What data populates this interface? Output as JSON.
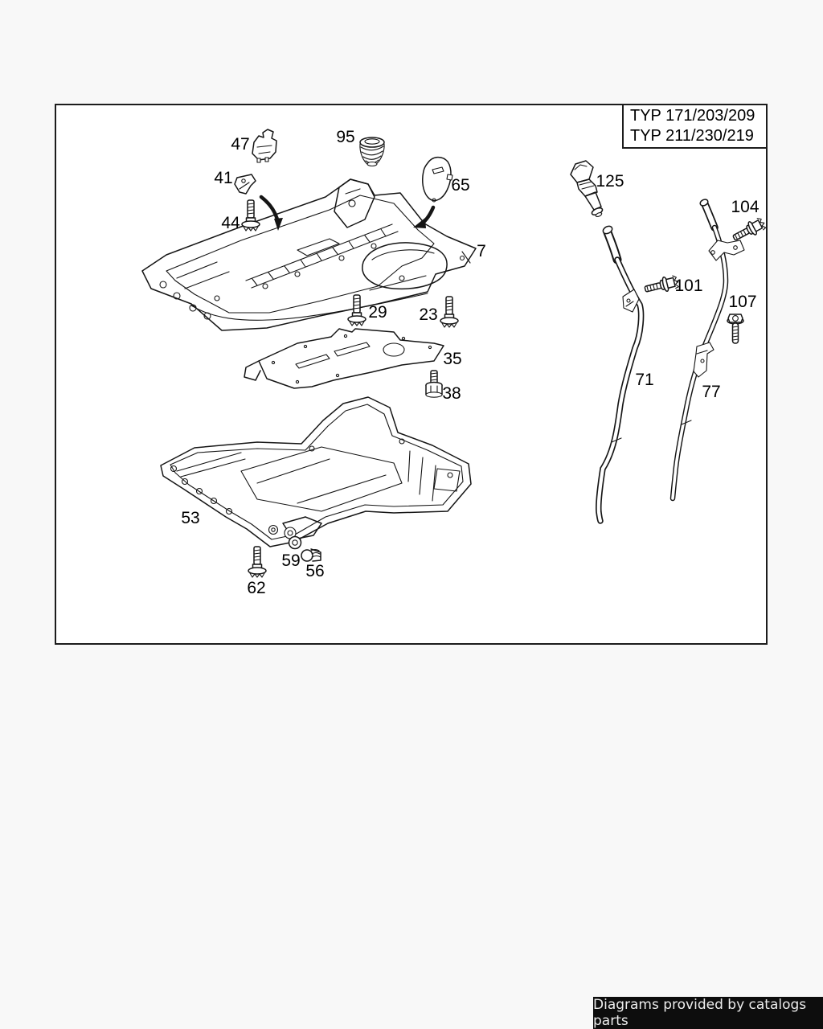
{
  "diagram": {
    "typ_labels": [
      "TYP 171/203/209",
      "TYP 211/230/219"
    ],
    "part_labels": {
      "p7": "7",
      "p23": "23",
      "p29": "29",
      "p35": "35",
      "p38": "38",
      "p41": "41",
      "p44": "44",
      "p47": "47",
      "p53": "53",
      "p56": "56",
      "p59": "59",
      "p62": "62",
      "p65": "65",
      "p71": "71",
      "p77": "77",
      "p95": "95",
      "p101": "101",
      "p104": "104",
      "p107": "107",
      "p125": "125"
    }
  },
  "footer": {
    "text": "Diagrams provided by catalogs parts"
  },
  "colors": {
    "page_bg": "#f8f8f8",
    "panel_bg": "#ffffff",
    "line": "#151515",
    "frame_border": "#1c1c1c",
    "footer_bg": "#0d0d0d",
    "footer_text": "#ededed"
  }
}
